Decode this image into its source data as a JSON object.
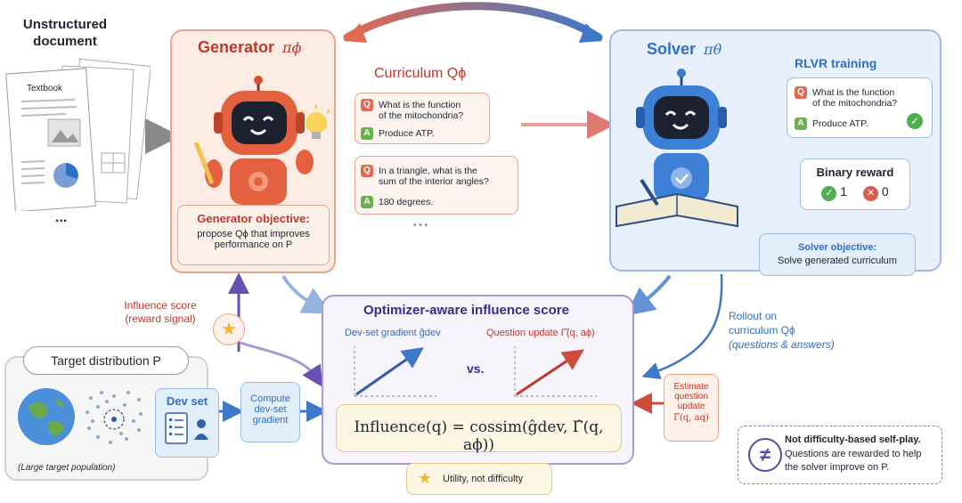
{
  "unstructured": {
    "line1": "Unstructured",
    "line2": "document",
    "textbook": "Textbook",
    "ellipsis": "..."
  },
  "generator": {
    "title": "Generator",
    "policy": "πϕ",
    "objective_title": "Generator objective:",
    "objective_l1": "propose Qϕ that improves",
    "objective_l2": "performance on P"
  },
  "curriculum": {
    "title": "Curriculum Qϕ",
    "items": [
      {
        "q": "What is the function",
        "q2": "of the mitochondria?",
        "a": "Produce ATP."
      },
      {
        "q": "In a triangle, what is the",
        "q2": "sum of the interior angles?",
        "a": "180 degrees."
      }
    ],
    "more": "• • •"
  },
  "solver": {
    "title": "Solver",
    "policy": "πθ",
    "rlvr": "RLVR training",
    "q1": "What is the function",
    "q2": "of the mitochondria?",
    "a": "Produce ATP.",
    "binary_title": "Binary reward",
    "reward_one": "1",
    "reward_zero": "0",
    "objective_title": "Solver objective:",
    "objective_text": "Solve generated curriculum"
  },
  "influence_score_label": {
    "l1": "Influence score",
    "l2": "(reward signal)"
  },
  "rollout": {
    "l1": "Rollout on",
    "l2": "curriculum Qϕ",
    "l3": "(questions & answers)"
  },
  "influence": {
    "title": "Optimizer-aware influence score",
    "dev_grad": "Dev-set gradient ĝdev",
    "q_update": "Question update Γ̂(q, aϕ)",
    "vs": "vs.",
    "formula": "Influence(q) = cossim(ĝdev, Γ̂(q, aϕ))"
  },
  "target": {
    "title": "Target distribution P",
    "dev_set": "Dev set",
    "population": "(Large target population)"
  },
  "compute": {
    "l1": "Compute",
    "l2": "dev-set",
    "l3": "gradient"
  },
  "estimate": {
    "l1": "Estimate",
    "l2": "question",
    "l3": "update",
    "l4": "Γ̂(q, aq)"
  },
  "utility": "Utility, not difficulty",
  "note": {
    "bold": "Not difficulty-based self-play.",
    "rest1": "Questions are rewarded to help",
    "rest2": "the solver improve on P."
  },
  "colors": {
    "generator": "#c0392b",
    "solver": "#2e6fc7",
    "influence": "#3b2a8f",
    "accent_orange": "#e06b52",
    "accent_green": "#6ab04c"
  }
}
